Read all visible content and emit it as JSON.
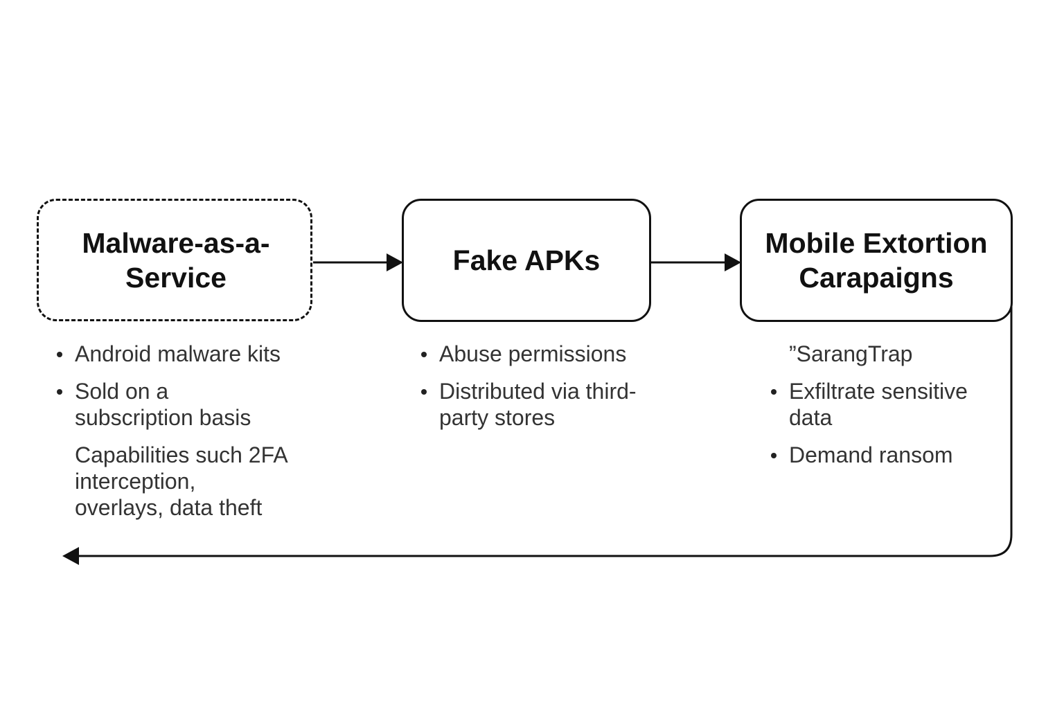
{
  "nodes": [
    {
      "id": "maas",
      "label": "Malware-as-a-Service",
      "style": "dashed"
    },
    {
      "id": "fake_apks",
      "label": "Fake APKs",
      "style": "solid"
    },
    {
      "id": "extortion",
      "label": "Mobile Extortion Carapaigns",
      "style": "solid"
    }
  ],
  "notes": {
    "maas": {
      "bullets": [
        "Android malware kits",
        "Sold on a subscription basis"
      ],
      "plain": "Capabilities such 2FA interception, overlays, data theft"
    },
    "fake_apks": {
      "bullets": [
        "Abuse permissions",
        "Distributed via third-party stores"
      ]
    },
    "extortion": {
      "quote": "”SarangTrap",
      "bullets": [
        "Exfiltrate sensitive data",
        "Demand ransom"
      ]
    }
  },
  "edges": [
    {
      "from": "maas",
      "to": "fake_apks"
    },
    {
      "from": "fake_apks",
      "to": "extortion"
    },
    {
      "from": "extortion",
      "to": "maas",
      "route": "loop-back-below"
    }
  ],
  "colors": {
    "stroke": "#111111",
    "text": "#111111",
    "note_text": "#333333",
    "background": "#ffffff"
  }
}
